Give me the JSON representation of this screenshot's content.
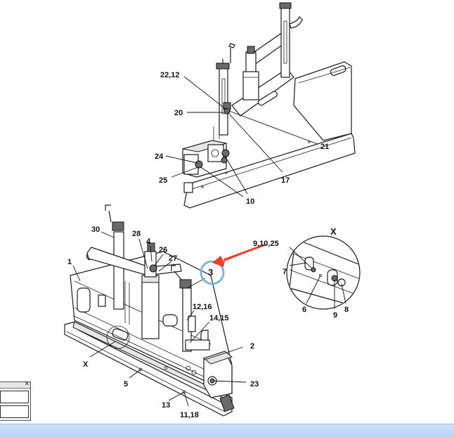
{
  "callouts": {
    "c1": "1",
    "c2": "2",
    "c3": "3",
    "c4": "4",
    "c5": "5",
    "c6": "6",
    "c7": "7",
    "c8": "8",
    "c9": "9",
    "c9_10_25": "9,10,25",
    "c10": "10",
    "c11_18": "11,18",
    "c12_16": "12,16",
    "c13": "13",
    "c14_15": "14,15",
    "c17": "17",
    "c20": "20",
    "c21": "21",
    "c22_12": "22,12",
    "c23": "23",
    "c24": "24",
    "c25": "25",
    "c26": "26",
    "c27": "27",
    "c28": "28",
    "c30": "30",
    "x_detail": "X",
    "x_marker": "X"
  },
  "mini_window": {
    "close_glyph": "✕"
  },
  "colors": {
    "highlight_circle": "#7fb3dc",
    "arrow": "#e8412a",
    "bottom_bar": "#c2d9f8"
  }
}
